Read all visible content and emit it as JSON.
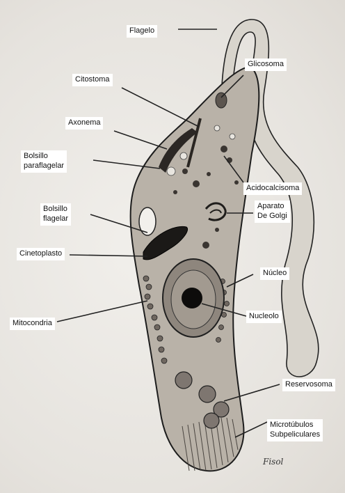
{
  "labels": {
    "flagelo": "Flagelo",
    "glicosoma": "Glicosoma",
    "citostoma": "Citostoma",
    "axonema": "Axonema",
    "bolsillo_paraflagelar": "Bolsillo\nparaflagelar",
    "acidocalcisoma": "Acidocalcisoma",
    "aparato_golgi": "Aparato\nDe Golgi",
    "bolsillo_flagelar": "Bolsillo\nflagelar",
    "cinetoplasto": "Cinetoplasto",
    "nucleo": "Núcleo",
    "mitocondria": "Mitocondria",
    "nucleolo": "Nucleolo",
    "reservosoma": "Reservosoma",
    "microtubulos": "Microtúbulos\nSubpeliculares"
  },
  "signature": "Fisol"
}
